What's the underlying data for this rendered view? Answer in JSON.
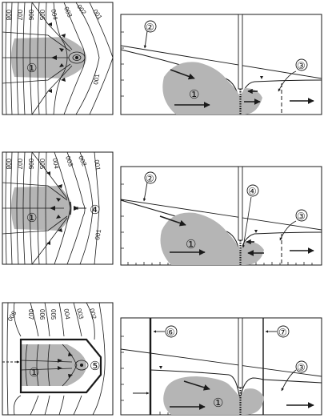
{
  "colors": {
    "plume": "#b5b5b5",
    "line": "#1a1a1a",
    "background": "#ffffff"
  },
  "contour_labels": [
    "008",
    "007",
    "006",
    "005",
    "004",
    "003",
    "002",
    "001"
  ],
  "contour_label_right": "001",
  "panel_rows": [
    {
      "plan_callouts": [
        "①"
      ],
      "section_callouts": [
        "②",
        "③",
        "①"
      ]
    },
    {
      "plan_callouts": [
        "①",
        "④"
      ],
      "section_callouts": [
        "②",
        "④",
        "③",
        "①"
      ]
    },
    {
      "plan_callouts": [
        "①",
        "⑤"
      ],
      "section_callouts": [
        "⑥",
        "⑦",
        "③",
        "①"
      ]
    }
  ]
}
